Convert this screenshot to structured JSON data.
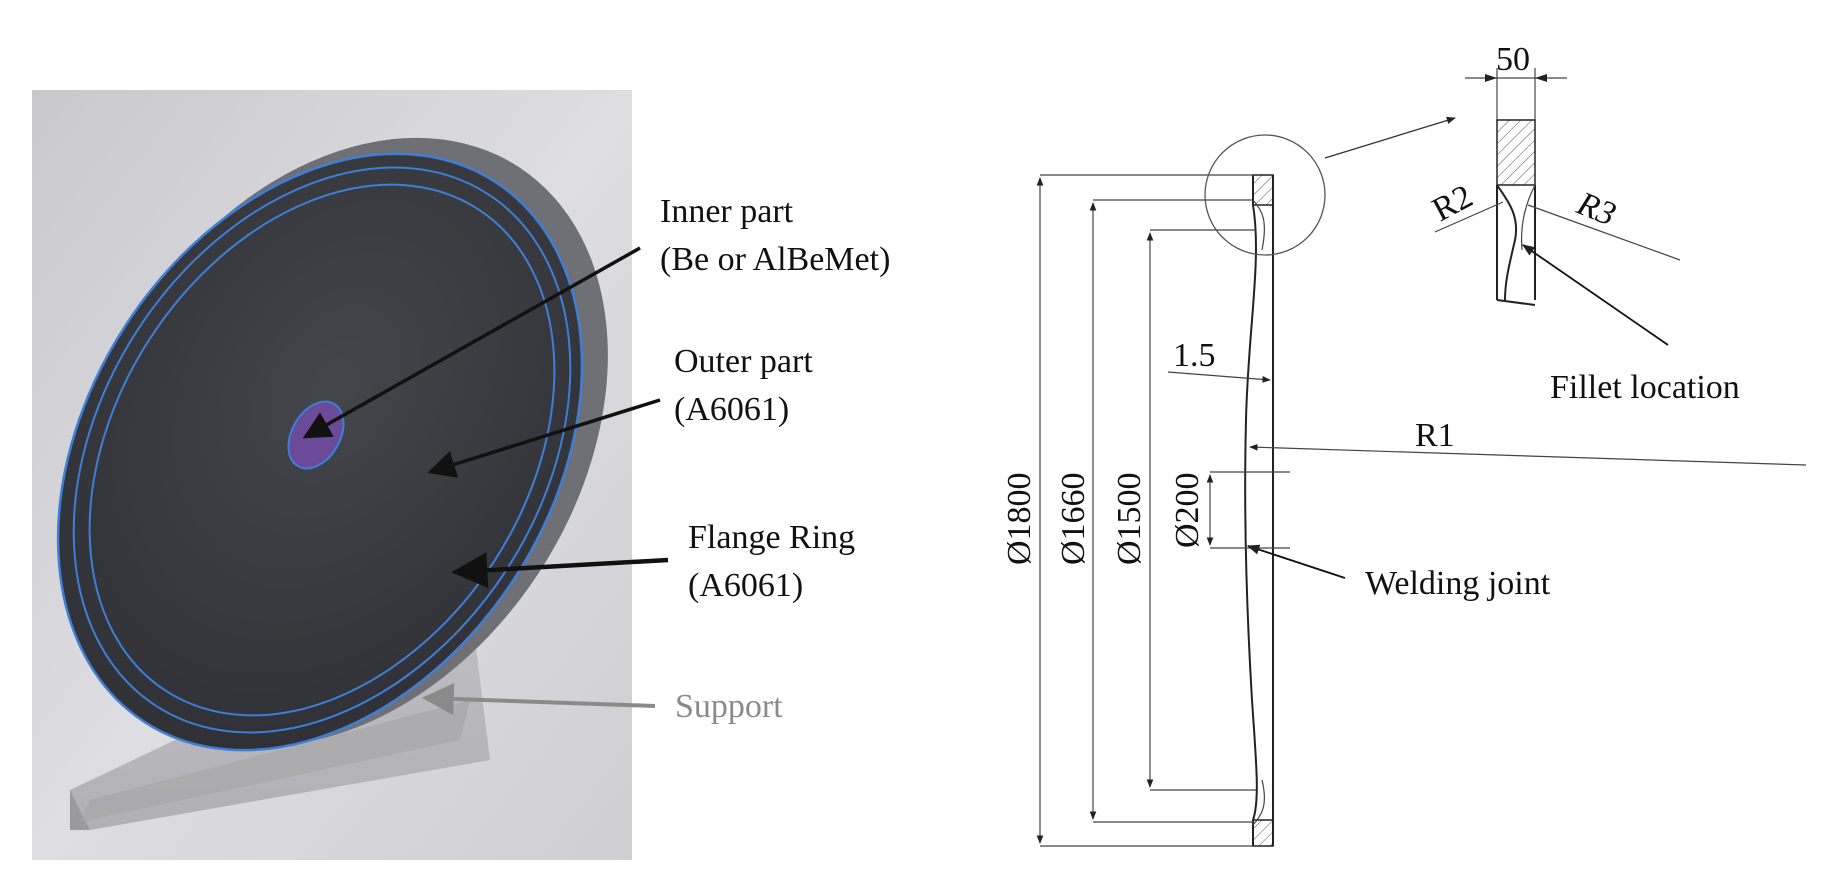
{
  "left_view": {
    "labels": {
      "inner_part_line1": "Inner part",
      "inner_part_line2": "(Be or AlBeMet)",
      "outer_part_line1": "Outer part",
      "outer_part_line2": "(A6061)",
      "flange_ring_line1": "Flange Ring",
      "flange_ring_line2": "(A6061)",
      "support": "Support"
    },
    "colors": {
      "disk_face": "#3a3b40",
      "disk_edge": "#6f7075",
      "ring_lines": "#3d7fd6",
      "inner_part": "#6b4a9a",
      "background_panel": "#d4d4d8",
      "support_label": "#8a8a8a"
    }
  },
  "right_view": {
    "dimensions": {
      "d1800": "Ø1800",
      "d1660": "Ø1660",
      "d1500": "Ø1500",
      "d200": "Ø200",
      "thickness": "1.5",
      "r1": "R1",
      "detail_width": "50",
      "r2": "R2",
      "r3": "R3"
    },
    "labels": {
      "welding_joint": "Welding joint",
      "fillet_location": "Fillet location"
    }
  }
}
